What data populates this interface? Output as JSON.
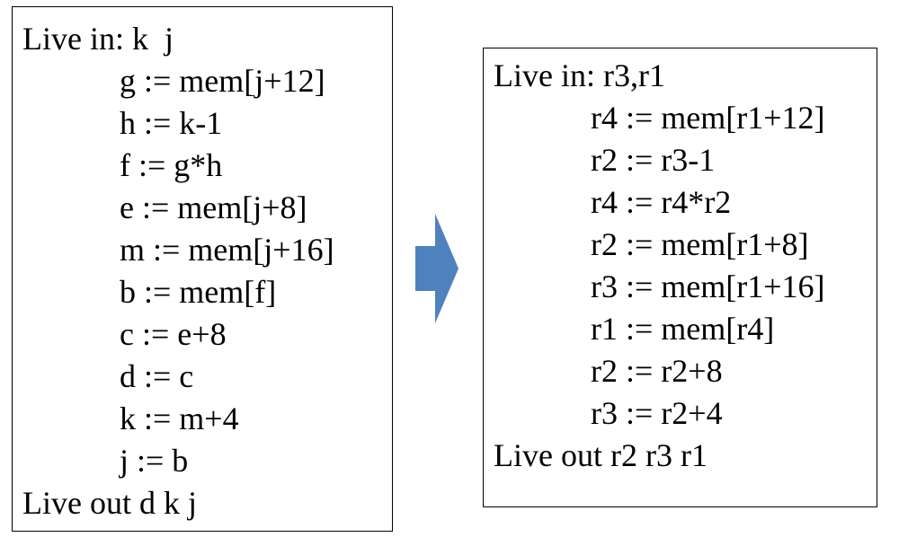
{
  "left_block": {
    "live_in": "Live in: k  j",
    "statements": [
      "g := mem[j+12]",
      "h := k-1",
      "f := g*h",
      "e := mem[j+8]",
      "m := mem[j+16]",
      "b := mem[f]",
      "c := e+8",
      "d := c",
      "k := m+4",
      "j := b"
    ],
    "live_out": "Live out d k j"
  },
  "right_block": {
    "live_in": "Live in: r3,r1",
    "statements": [
      "r4 := mem[r1+12]",
      "r2 := r3-1",
      "r4 := r4*r2",
      "r2 := mem[r1+8]",
      "r3 := mem[r1+16]",
      "r1 := mem[r4]",
      "r2 := r2+8",
      "r3 := r2+4"
    ],
    "live_out": "Live out r2 r3 r1"
  },
  "colors": {
    "arrow_fill": "#4f81bd",
    "text": "#000000",
    "border": "#000000"
  },
  "icons": {
    "arrow": "right-arrow-icon"
  }
}
